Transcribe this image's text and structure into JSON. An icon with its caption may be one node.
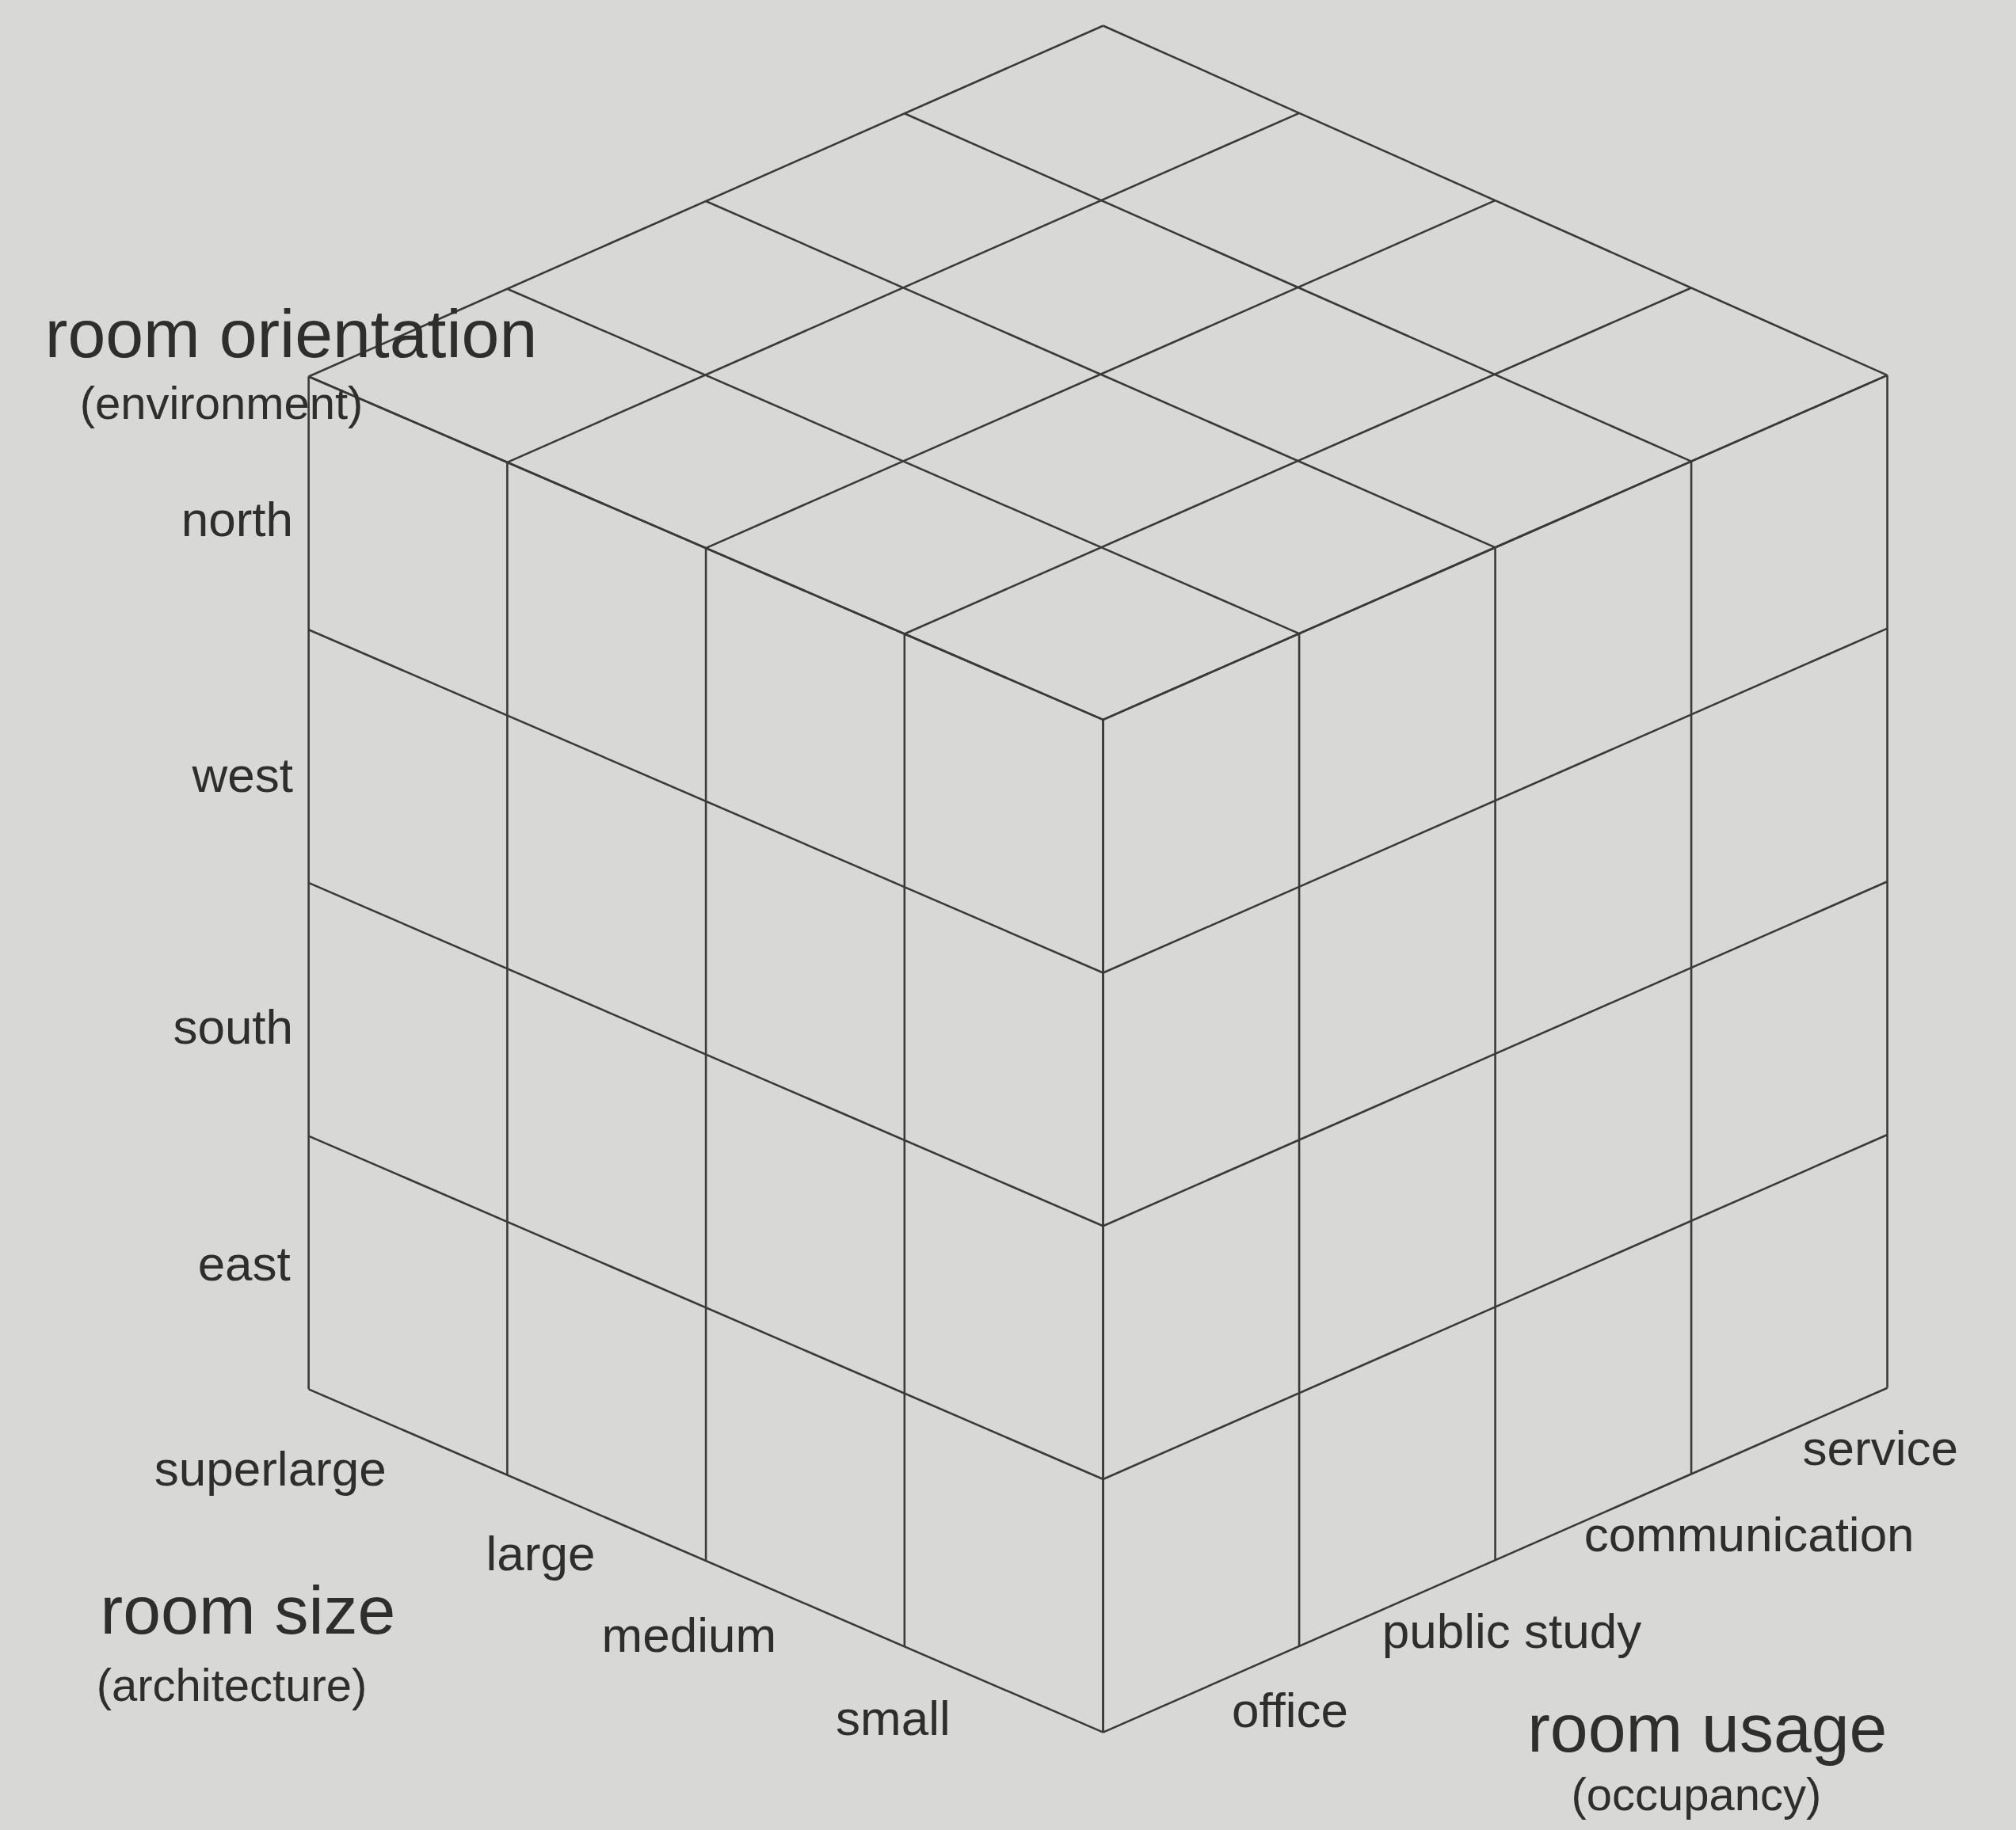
{
  "diagram": {
    "labels": [
      "room orientation",
      "(environment)",
      "north",
      "west",
      "south",
      "east",
      "superlarge",
      "large",
      "room size",
      "(architecture)",
      "medium",
      "small",
      "service",
      "communication",
      "public study",
      "office",
      "room usage",
      "(occupancy)"
    ]
  }
}
